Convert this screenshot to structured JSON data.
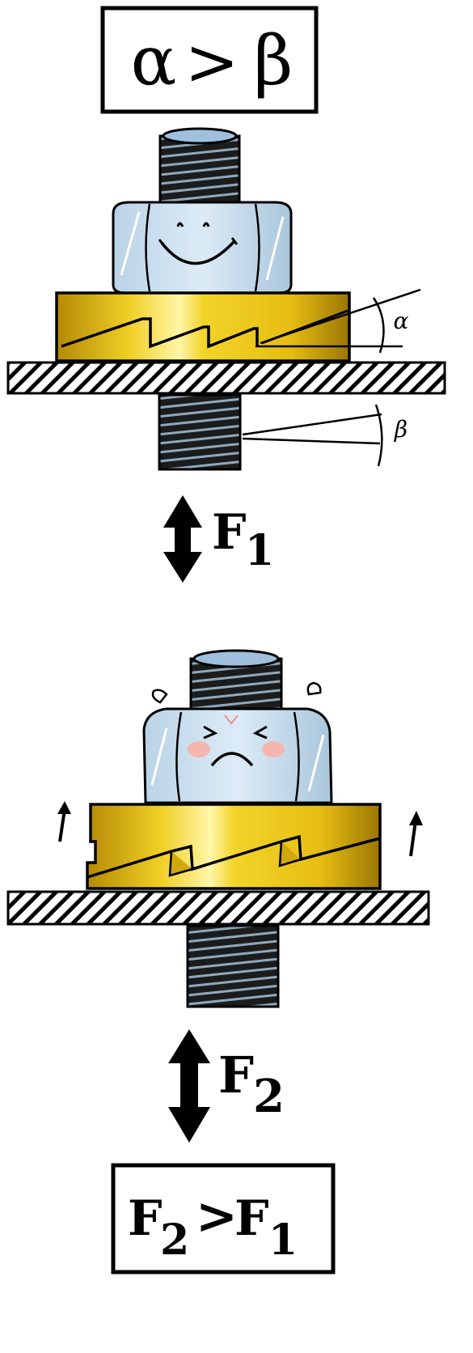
{
  "top_box": {
    "alpha": "α",
    "gt": ">",
    "beta": "β"
  },
  "top_assembly": {
    "alpha_label": "α",
    "beta_label": "β"
  },
  "force1": {
    "letter": "F",
    "subscript": "1"
  },
  "force2": {
    "letter": "F",
    "subscript": "2"
  },
  "bottom_box": {
    "f2_letter": "F",
    "f2_sub": "2",
    "gt": ">",
    "f1_letter": "F",
    "f1_sub": "1"
  },
  "colors": {
    "washer_gold": "#e8c21a",
    "washer_dark": "#a07d05",
    "nut_blue": "#cfe3f2",
    "bolt_dark": "#1c1c1c",
    "cheek_pink": "#f4b7b0",
    "outline": "#000000"
  }
}
